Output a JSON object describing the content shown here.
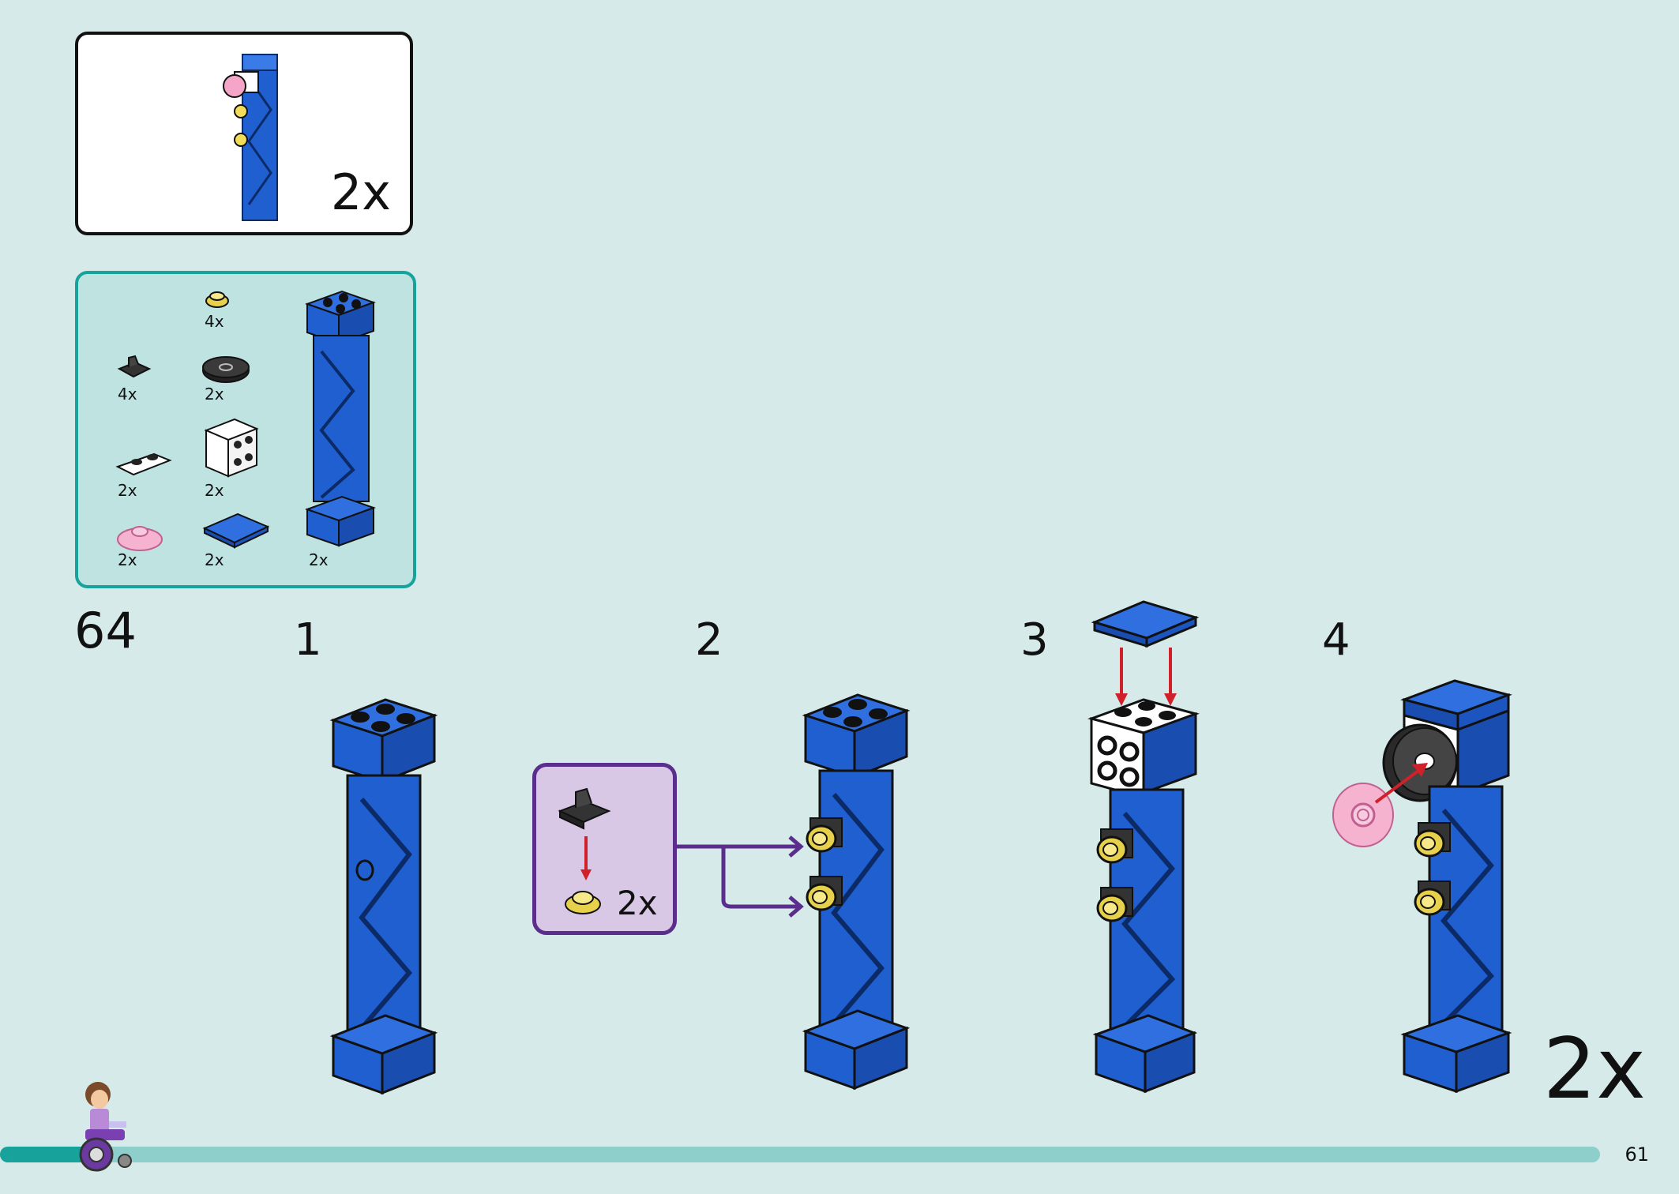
{
  "submodel": {
    "multiplier": "2x"
  },
  "parts": [
    {
      "name": "yellow-round-plate-icon",
      "qty": "4x"
    },
    {
      "name": "black-clip-plate-icon",
      "qty": "4x"
    },
    {
      "name": "black-round-tile-icon",
      "qty": "2x"
    },
    {
      "name": "white-plate-1x2-icon",
      "qty": "2x"
    },
    {
      "name": "white-bracket-icon",
      "qty": "2x"
    },
    {
      "name": "pink-dish-icon",
      "qty": "2x"
    },
    {
      "name": "blue-tile-2x2-icon",
      "qty": "2x"
    },
    {
      "name": "blue-lattice-column-icon",
      "qty": "2x"
    }
  ],
  "big_step": "64",
  "steps": [
    "1",
    "2",
    "3",
    "4"
  ],
  "callout": {
    "multiplier": "2x"
  },
  "page_multiplier": "2x",
  "page_number": "61",
  "progress": {
    "fraction": 0.055
  },
  "colors": {
    "background": "#d6ebe9",
    "lego_blue": "#1f5fd0",
    "accent_teal": "#17a39b",
    "callout_purple": "#5b2d8c",
    "arrow_red": "#d0202a"
  }
}
